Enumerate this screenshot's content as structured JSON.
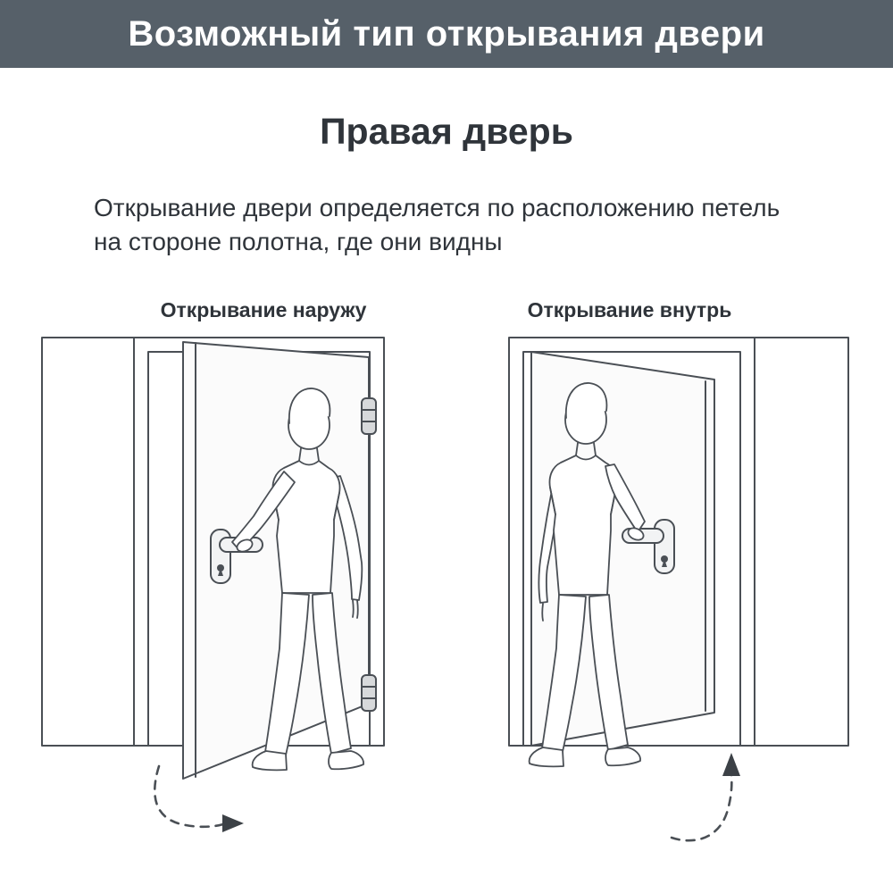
{
  "header": {
    "title": "Возможный тип открывания двери"
  },
  "main": {
    "title": "Правая дверь",
    "description_line1": "Открывание двери определяется по расположению петель",
    "description_line2": "на стороне полотна, где они видны"
  },
  "diagrams": [
    {
      "label": "Открывание наружу",
      "swing": "outward",
      "hinges_visible": true
    },
    {
      "label": "Открывание внутрь",
      "swing": "inward",
      "hinges_visible": false
    }
  ],
  "colors": {
    "header_bg": "#566069",
    "header_text": "#ffffff",
    "body_text": "#2f343a",
    "line": "#4a4f55",
    "door_fill": "#fbfbfb",
    "hinge_fill": "#d7d9db"
  }
}
